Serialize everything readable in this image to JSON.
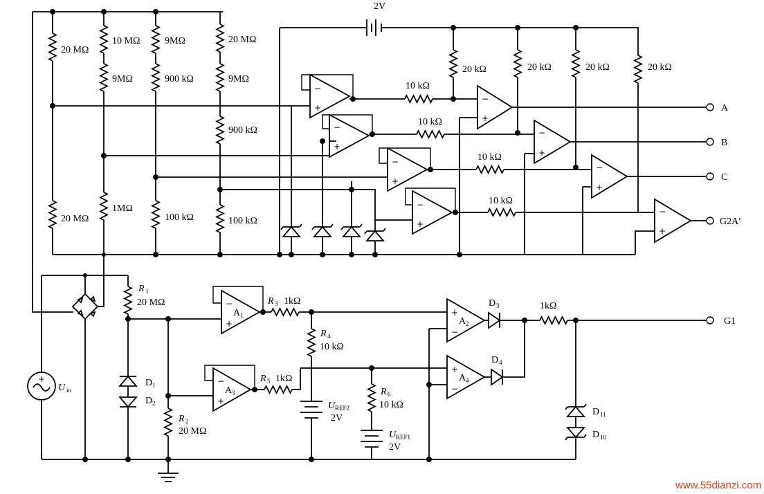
{
  "battery_top": "2V",
  "ladder": {
    "col1": [
      "20 MΩ",
      "20 MΩ"
    ],
    "col2": [
      "10 MΩ",
      "9MΩ",
      "1MΩ"
    ],
    "col3": [
      "9MΩ",
      "900 kΩ",
      "100 kΩ"
    ],
    "col4": [
      "20 MΩ",
      "9MΩ",
      "900 kΩ",
      "100 kΩ"
    ]
  },
  "pullups": [
    "20 kΩ",
    "20 kΩ",
    "20 kΩ",
    "20 kΩ"
  ],
  "series_res": [
    "10 kΩ",
    "10 kΩ",
    "10 kΩ",
    "10 kΩ"
  ],
  "outputs": [
    "A",
    "B",
    "C",
    "G2A′",
    "G1"
  ],
  "lower": {
    "r1_name": "R",
    "r1_sub": "1",
    "r1_val": "20 MΩ",
    "r2_name": "R",
    "r2_sub": "2",
    "r2_val": "20 MΩ",
    "r3_name": "R",
    "r3_sub": "3",
    "r3_val": "1kΩ",
    "r4_name": "R",
    "r4_sub": "4",
    "r4_val": "10 kΩ",
    "r5_name": "R",
    "r5_sub": "5",
    "r5_val": "1kΩ",
    "r6_name": "R",
    "r6_sub": "6",
    "r6_val": "10 kΩ",
    "r_out_val": "1kΩ",
    "uref2_name": "U",
    "uref2_sub": "REF2",
    "uref2_val": "2V",
    "uref1_name": "U",
    "uref1_sub": "REF1",
    "uref1_val": "2V",
    "uin_name": "U",
    "uin_sub": "in",
    "amps": [
      {
        "name": "A",
        "sub": "1"
      },
      {
        "name": "A",
        "sub": "2"
      },
      {
        "name": "A",
        "sub": "3"
      },
      {
        "name": "A",
        "sub": "4"
      }
    ],
    "diodes": [
      {
        "name": "D",
        "sub": "1"
      },
      {
        "name": "D",
        "sub": "2"
      },
      {
        "name": "D",
        "sub": "3"
      },
      {
        "name": "D",
        "sub": "4"
      },
      {
        "name": "D",
        "sub": "11"
      },
      {
        "name": "D",
        "sub": "10"
      }
    ]
  },
  "watermark": "www.55dianzi.com"
}
